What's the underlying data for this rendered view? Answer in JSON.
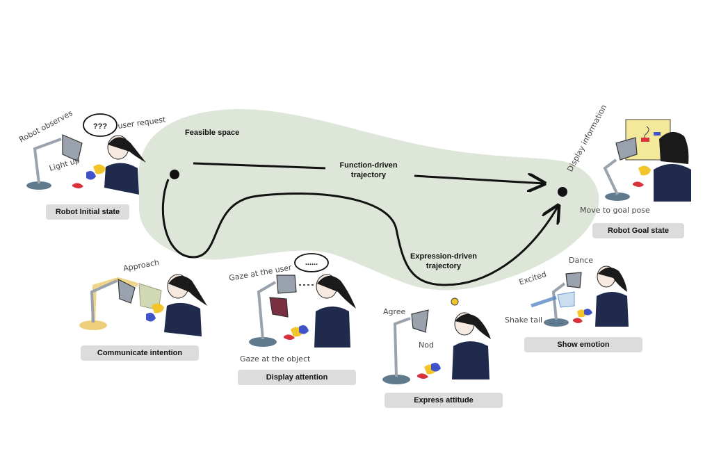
{
  "space": {
    "label": "Feasible space",
    "fill": "#dde6d8"
  },
  "trajectories": {
    "function": {
      "line1": "Function-driven",
      "line2": "trajectory"
    },
    "expression": {
      "line1": "Expression-driven",
      "line2": "trajectory"
    }
  },
  "stages": {
    "initial": {
      "label": "Robot Initial state"
    },
    "goal": {
      "label": "Robot Goal state"
    },
    "intention": {
      "label": "Communicate intention"
    },
    "attention": {
      "label": "Display attention"
    },
    "attitude": {
      "label": "Express attitude"
    },
    "emotion": {
      "label": "Show emotion"
    }
  },
  "annotations": {
    "robot_observes": "Robot observes",
    "light_up": "Light up",
    "user_request": "user request",
    "speech_question": "???",
    "display_information": "Display information",
    "move_to_goal_pose": "Move to goal pose",
    "approach": "Approach",
    "gaze_user": "Gaze at the user",
    "gaze_object": "Gaze at the object",
    "speech_ellipsis": "......",
    "agree": "Agree",
    "nod": "Nod",
    "excited": "Excited",
    "dance": "Dance",
    "shake_tail": "Shake tail"
  },
  "colors": {
    "lamp_body": "#9aa3ad",
    "lamp_base": "#5f7a8c",
    "shirt": "#1f2a4d",
    "hair": "#1a1a1a",
    "red_object": "#d8323b",
    "yellow_object": "#f2c62b",
    "blue_object": "#3f52c8",
    "glow": "#e8c25a",
    "label_bg": "#dcdcdc"
  }
}
